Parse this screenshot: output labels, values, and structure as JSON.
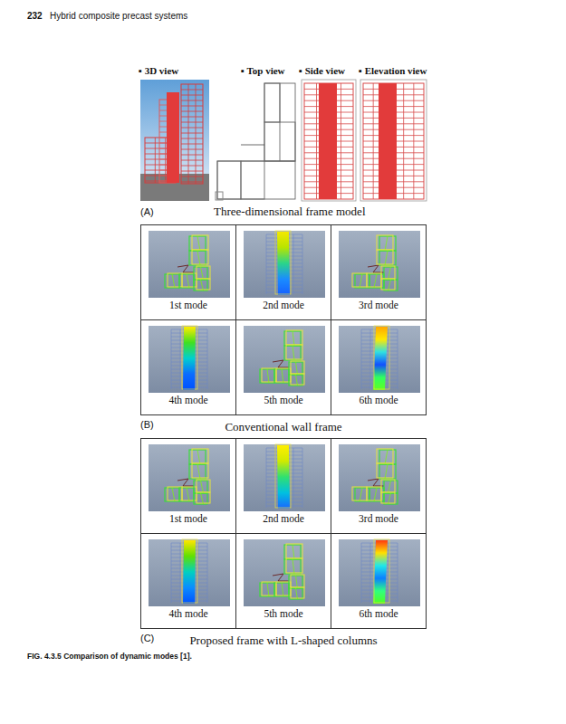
{
  "diagram": {
    "caption": "FIG. 4.3.5 Comparison of dynamic modes [1].",
    "nodes": [
      {
        "text": [
          "(B)",
          "Conventional wall frame"
        ]
      },
      {
        "text": [
          "1st mode"
        ],
        "in": 0
      },
      {
        "text": [
          "2nd mode"
        ],
        "in": 0
      },
      {
        "text": [
          "3rd mode"
        ],
        "in": 0
      },
      {
        "text": [
          "4th mode"
        ],
        "in": 0
      },
      {
        "text": [
          "5th mode"
        ],
        "in": 0
      },
      {
        "text": [
          "6th mode"
        ],
        "in": 0
      },
      {
        "text": [
          "(C)",
          "Proposed frame with L-shaped columns"
        ]
      },
      {
        "text": [
          "1st mode"
        ],
        "in": 7
      },
      {
        "text": [
          "2nd mode"
        ],
        "in": 7
      },
      {
        "text": [
          "3rd mode"
        ],
        "in": 7
      },
      {
        "text": [
          "4th mode"
        ],
        "in": 7
      },
      {
        "text": [
          "5th mode"
        ],
        "in": 7
      },
      {
        "text": [
          "6th mode"
        ],
        "in": 7
      }
    ],
    "labels": [
      "232",
      "Hybrid composite precast systems",
      "▪ 3D view",
      "▪ Top view",
      "▪ Side view",
      "▪ Elevation view",
      "(A)",
      "Three-dimensional frame model"
    ]
  }
}
